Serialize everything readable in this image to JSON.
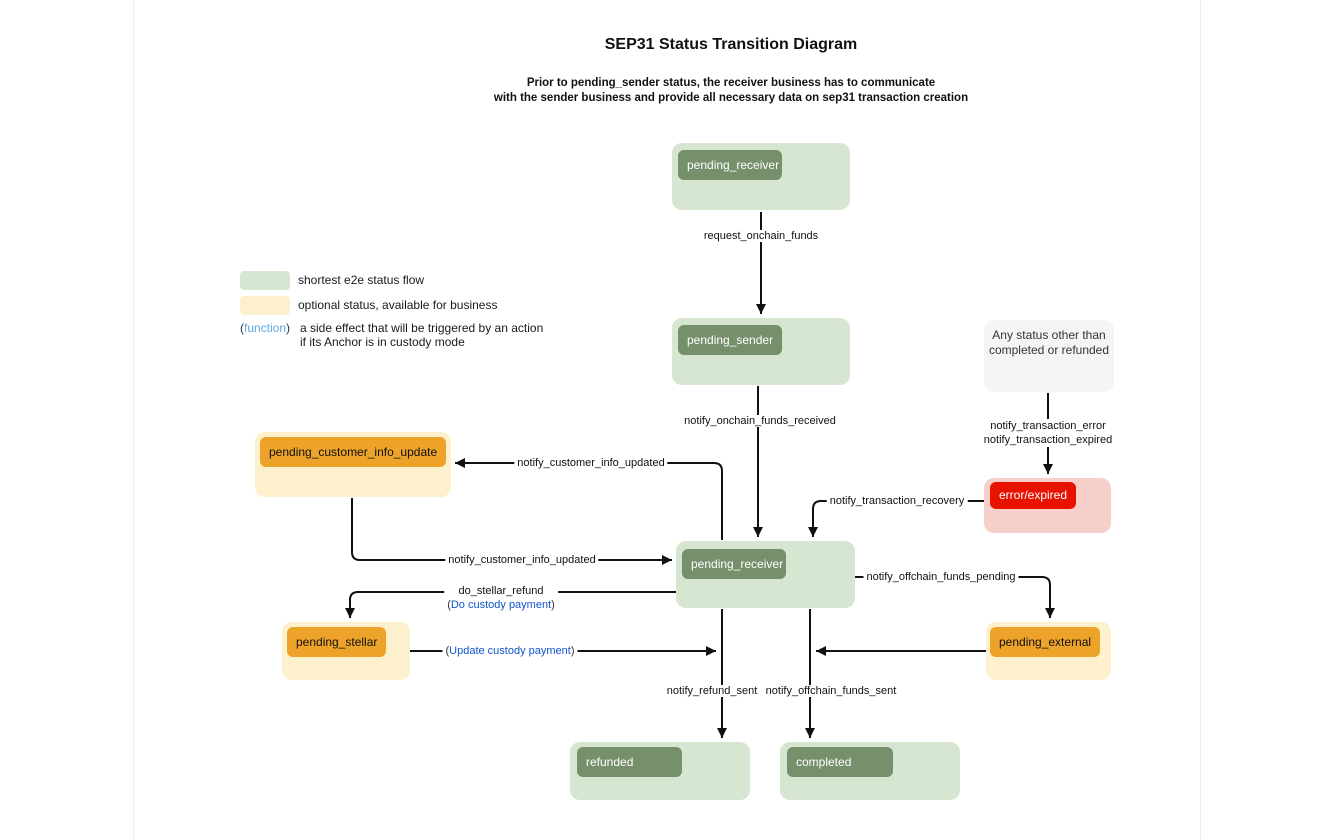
{
  "title": "SEP31 Status Transition Diagram",
  "subtitle": {
    "line1": "Prior to pending_sender status, the receiver business has to communicate",
    "line2": "with the sender business and provide all necessary data on sep31 transaction creation"
  },
  "legend": {
    "green_label": "shortest e2e status flow",
    "yellow_label": "optional status, available for business",
    "paren_open": "(",
    "function_word": "function",
    "paren_close": ")",
    "function_desc_line1": "a side effect that will be triggered by an action",
    "function_desc_line2": "if its Anchor is in custody mode"
  },
  "nodes": {
    "pending_receiver_top": {
      "label": "pending_receiver"
    },
    "pending_sender": {
      "label": "pending_sender"
    },
    "any_status": {
      "line1": "Any status other than",
      "line2": "completed or refunded"
    },
    "error_expired": {
      "label": "error/expired"
    },
    "pending_customer_info_update": {
      "label": "pending_customer_info_update"
    },
    "pending_receiver_mid": {
      "label": "pending_receiver"
    },
    "pending_stellar": {
      "label": "pending_stellar"
    },
    "pending_external": {
      "label": "pending_external"
    },
    "refunded": {
      "label": "refunded"
    },
    "completed": {
      "label": "completed"
    }
  },
  "edges": {
    "request_onchain_funds": "request_onchain_funds",
    "notify_onchain_funds_received": "notify_onchain_funds_received",
    "notify_transaction_error": "notify_transaction_error",
    "notify_transaction_expired": "notify_transaction_expired",
    "notify_transaction_recovery": "notify_transaction_recovery",
    "notify_customer_info_updated_up": "notify_customer_info_updated",
    "notify_customer_info_updated_down": "notify_customer_info_updated",
    "do_stellar_refund": "do_stellar_refund",
    "do_custody_payment": "Do custody payment",
    "update_custody_payment": "Update custody payment",
    "notify_refund_sent": "notify_refund_sent",
    "notify_offchain_funds_sent": "notify_offchain_funds_sent",
    "notify_offchain_funds_pending": "notify_offchain_funds_pending"
  },
  "colors": {
    "flow_green_bg": "#d6e6d0",
    "flow_green_pill": "#76906c",
    "optional_yellow_bg": "#fdf0cc",
    "optional_orange_pill": "#eda229",
    "error_pink_bg": "#f6cfca",
    "error_red_pill": "#e81200",
    "neutral_gray_bg": "#f5f5f5",
    "custody_link_blue": "#1155cc",
    "function_legend_blue": "#5ca7e4",
    "edge_line_black": "#111111"
  }
}
